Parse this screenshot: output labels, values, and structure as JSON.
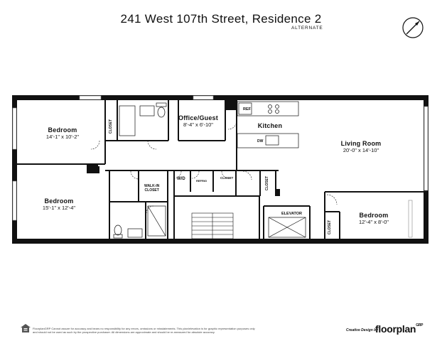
{
  "header": {
    "title": "241 West 107th Street, Residence 2",
    "subtitle": "ALTERNATE"
  },
  "compass": {
    "icon": "north-arrow-icon"
  },
  "rooms": {
    "bedroom_1": {
      "name": "Bedroom",
      "dims": "14'-1\" x 10'-2\""
    },
    "bedroom_2": {
      "name": "Bedroom",
      "dims": "15'-1\" x 12'-4\""
    },
    "office": {
      "name": "Office/Guest",
      "dims": "8'-4\" x 6'-10\""
    },
    "kitchen": {
      "name": "Kitchen"
    },
    "living": {
      "name": "Living Room",
      "dims": "20'-0\" x 14'-10\""
    },
    "bedroom_3": {
      "name": "Bedroom",
      "dims": "12'-4\" x 8'-0\""
    }
  },
  "labels": {
    "closet": "CLOSET",
    "walk_in_1": "WALK-IN",
    "walk_in_2": "CLOSET",
    "wd": "W/D",
    "refrig": "REFRIG",
    "ref": "REF",
    "dw": "DW",
    "elevator": "ELEVATOR"
  },
  "footer": {
    "disclaimer": "FloorplanGRP Cannot assure for accuracy and bears no responsibility for any errors, omissions or misstatements. This plan/elevation is for graphic representation purposes only and should not be used as such by the prospective purchaser. All dimensions are approximate and should be re-measured for absolute accuracy.",
    "credit": "Creative Design by",
    "brand": "floorplan",
    "brand_suffix": "GRP",
    "eho_icon": "equal-housing-icon"
  },
  "colors": {
    "wall": "#111111",
    "window": "#9a9a9a"
  }
}
